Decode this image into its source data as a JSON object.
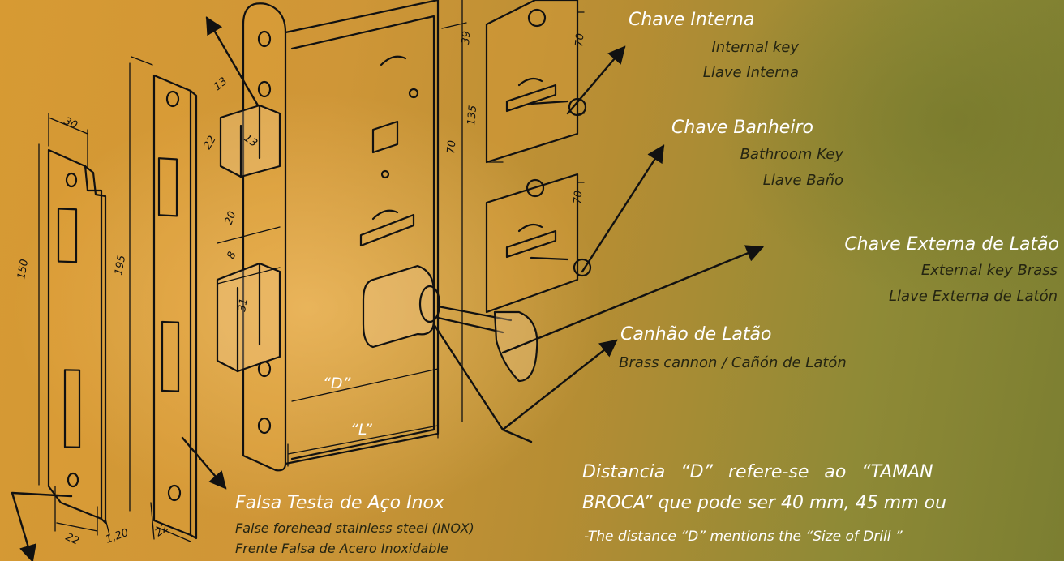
{
  "labels": {
    "internal_key": {
      "pt": "Chave Interna",
      "en": "Internal key",
      "es": "Llave Interna"
    },
    "bathroom_key": {
      "pt": "Chave Banheiro",
      "en": "Bathroom Key",
      "es": "Llave Baño"
    },
    "external_key": {
      "pt": "Chave Externa de Latão",
      "en": "External key Brass",
      "es": "Llave Externa de Latón"
    },
    "cannon": {
      "pt": "Canhão de Latão",
      "en_es": "Brass cannon / Cañón de Latón"
    },
    "faceplate": {
      "pt": "Falsa Testa de Aço Inox",
      "en": "False forehead stainless steel (INOX)",
      "es": "Frente Falsa de Acero Inoxidable"
    },
    "distance_note": {
      "line1": "Distancia “D” refere-se ao “TAMAN",
      "line2": "BROCA” que pode ser 40 mm, 45 mm ou",
      "line3": "-The distance “D” mentions the “Size of Drill ”"
    }
  },
  "dimensions": {
    "d_marker": "“D”",
    "l_marker": "“L”",
    "strike_width": "30",
    "strike_height": "150",
    "strike_bottom_width": "22",
    "thickness": "1,20",
    "faceplate_height": "195",
    "faceplate_bottom_width": "22",
    "latch_13a": "13",
    "latch_13b": "13",
    "latch_22": "22",
    "bolt_20": "20",
    "bolt_8": "8",
    "bolt_31": "31",
    "case_39": "39",
    "case_70": "70",
    "case_135": "135",
    "rose_70a": "70",
    "rose_70b": "70"
  },
  "colors": {
    "background_left": "#d79a33",
    "background_right": "#7b7e31",
    "line_art": "#111111",
    "title_text": "#ffffff",
    "subtitle_text": "#252512"
  }
}
